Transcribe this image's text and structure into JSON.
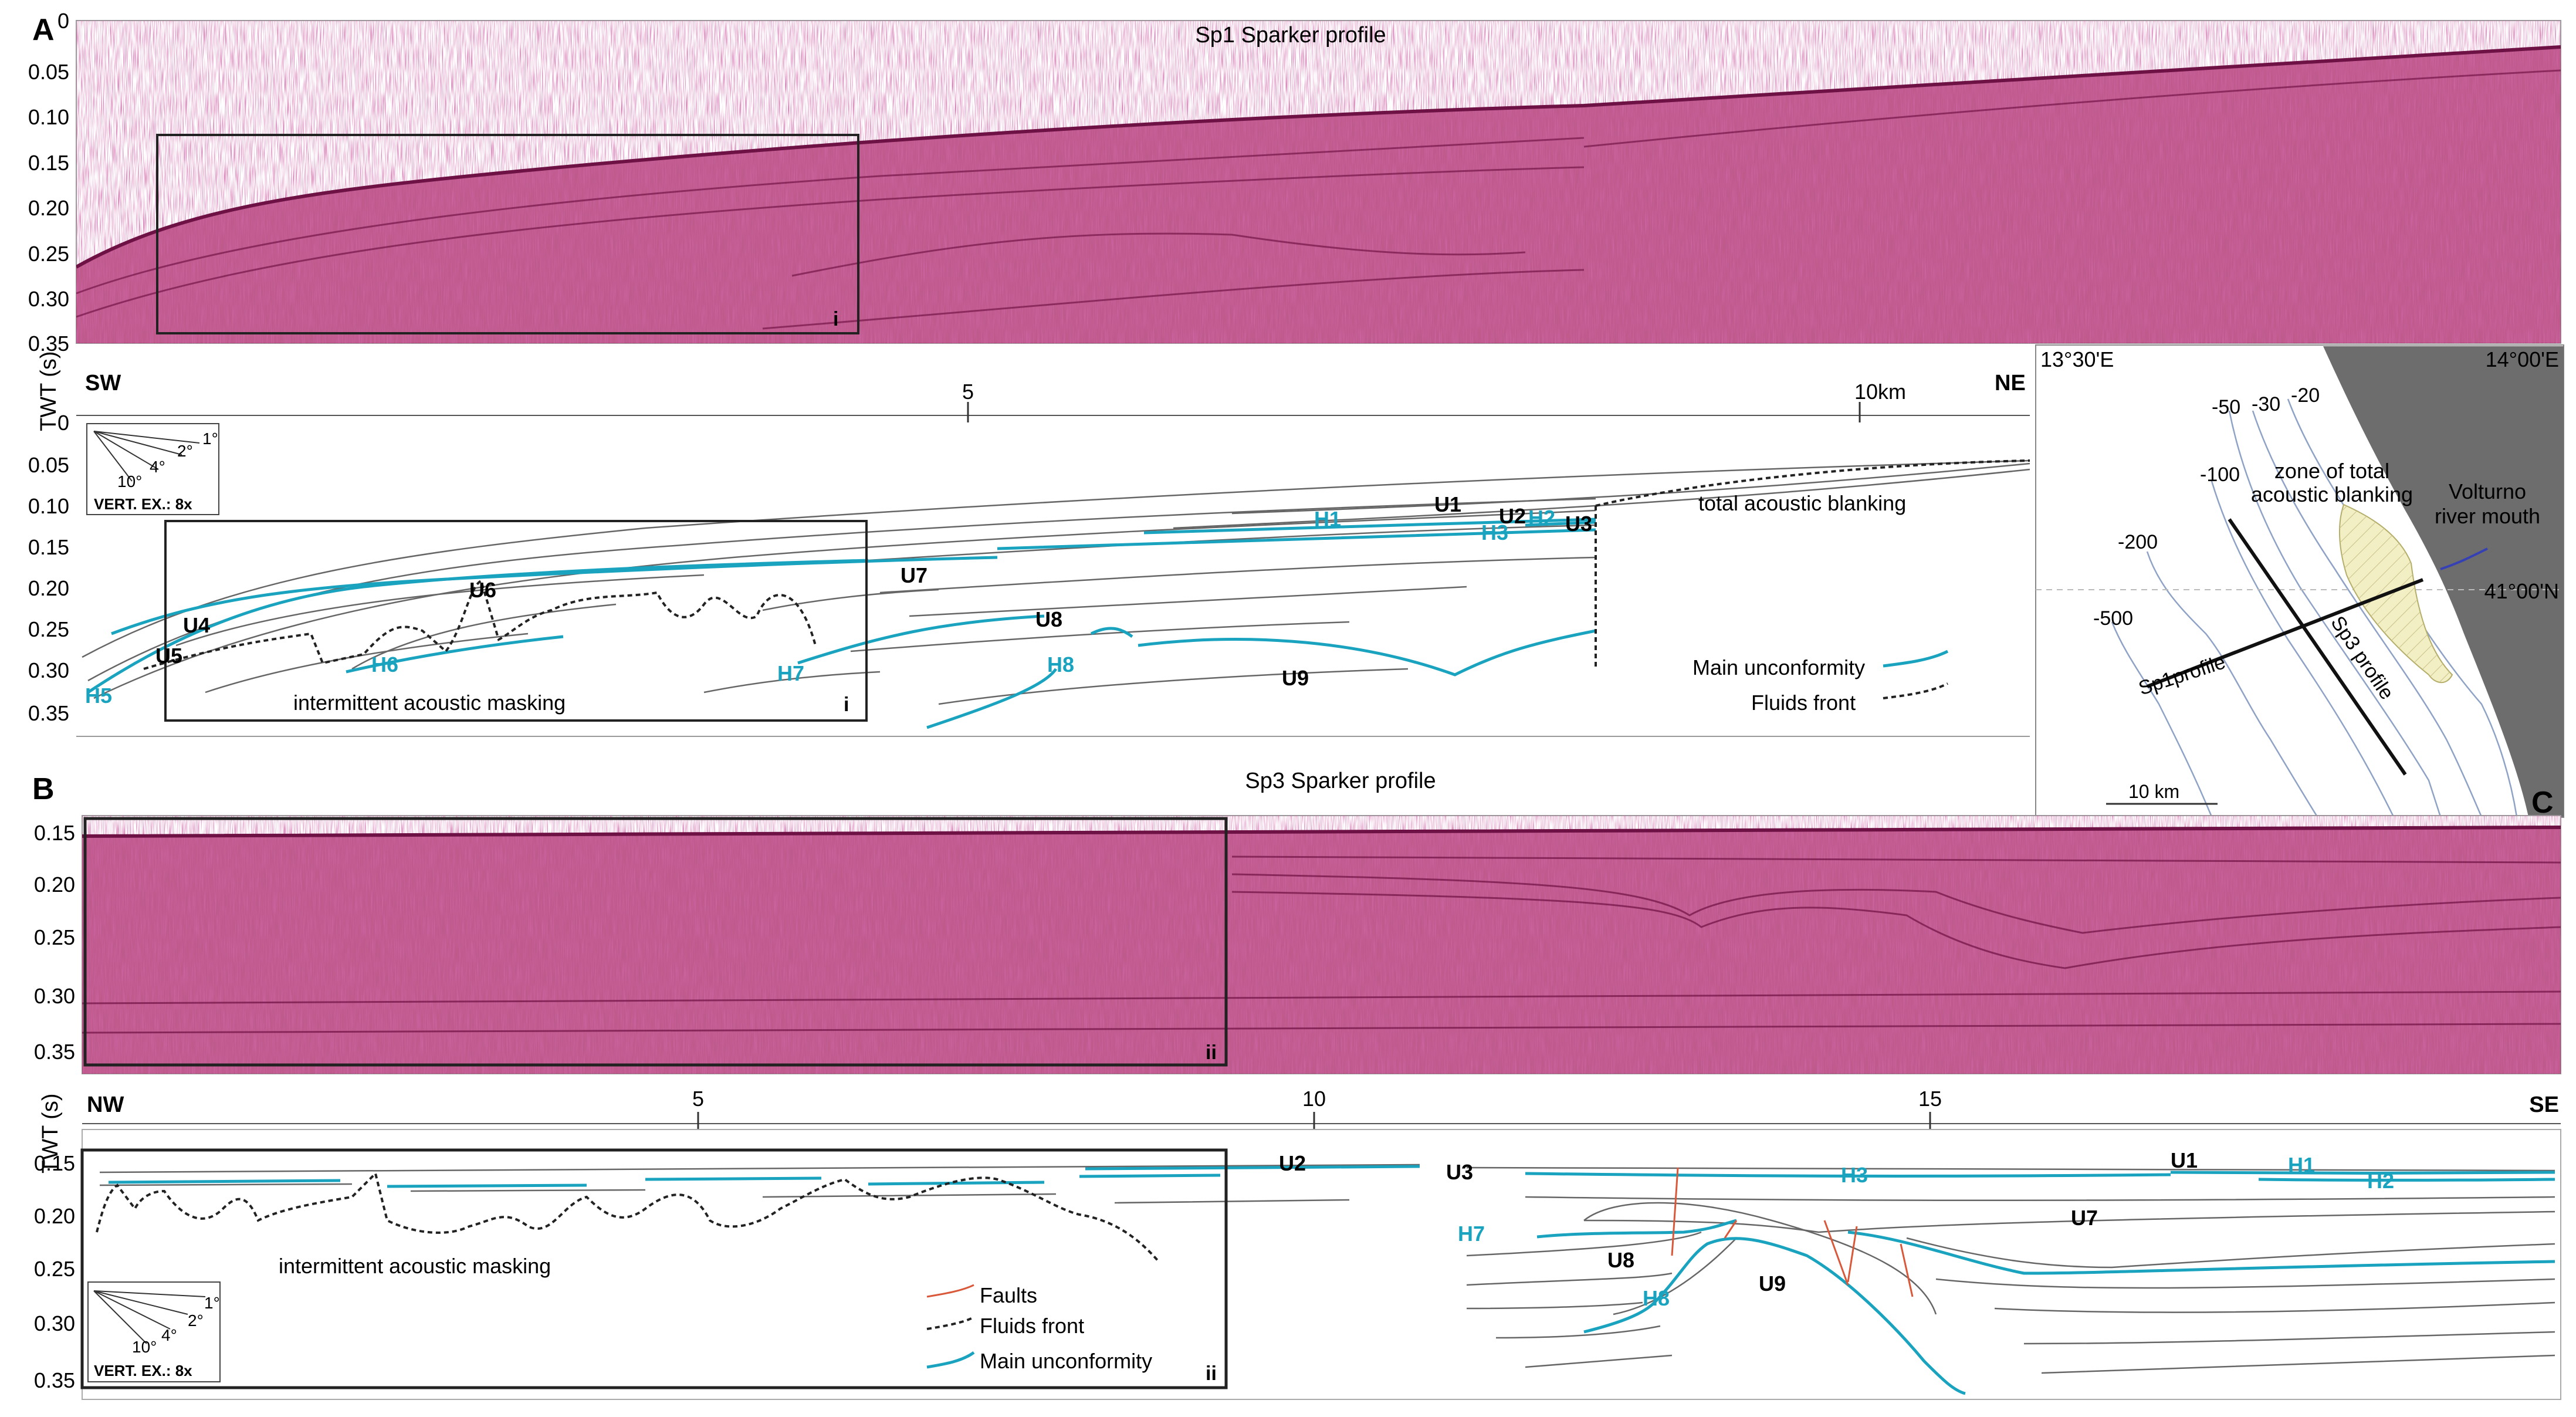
{
  "panels": {
    "a_letter": "A",
    "b_letter": "B",
    "c_letter": "C"
  },
  "sp1": {
    "title": "Sp1 Sparker profile",
    "ticks": [
      "0",
      "0.05",
      "0.10",
      "0.15",
      "0.20",
      "0.25",
      "0.30",
      "0.35"
    ],
    "box_label": "i"
  },
  "sp1_line": {
    "ticks": [
      "0",
      "0.05",
      "0.10",
      "0.15",
      "0.20",
      "0.25",
      "0.30",
      "0.35"
    ],
    "sw": "SW",
    "ne": "NE",
    "km5": "5",
    "km10": "10km",
    "ylabel": "TWT (s)",
    "box_label": "i",
    "angles": [
      "1°",
      "2°",
      "4°",
      "10°"
    ],
    "vert_ex": "VERT. EX.: 8x",
    "units": [
      "U1",
      "U2",
      "U3",
      "U4",
      "U5",
      "U6",
      "U7",
      "U8",
      "U9"
    ],
    "horizons": [
      "H1",
      "H2",
      "H3",
      "H5",
      "H6",
      "H7",
      "H8"
    ],
    "masking": "intermittent acoustic masking",
    "blanking": "total acoustic blanking",
    "legend_unconformity": "Main unconformity",
    "legend_fluids": "Fluids front"
  },
  "map": {
    "lon_left": "13°30'E",
    "lon_right": "14°00'E",
    "lat": "41°00'N",
    "contours": [
      "-20",
      "-30",
      "-50",
      "-100",
      "-200",
      "-500"
    ],
    "zone_line1": "zone of total",
    "zone_line2": "acoustic blanking",
    "river_line1": "Volturno",
    "river_line2": "river mouth",
    "sp1": "Sp1profile",
    "sp3": "Sp3 profile",
    "scale": "10 km"
  },
  "sp3": {
    "title": "Sp3 Sparker profile",
    "ticks": [
      "0.15",
      "0.20",
      "0.25",
      "0.30",
      "0.35"
    ],
    "box_label": "ii"
  },
  "sp3_line": {
    "ticks": [
      "0.15",
      "0.20",
      "0.25",
      "0.30",
      "0.35"
    ],
    "nw": "NW",
    "se": "SE",
    "km5": "5",
    "km10": "10",
    "km15": "15",
    "ylabel": "TWT (s)",
    "box_label": "ii",
    "angles": [
      "1°",
      "2°",
      "4°",
      "10°"
    ],
    "vert_ex": "VERT. EX.: 8x",
    "units": [
      "U1",
      "U2",
      "U3",
      "U7",
      "U8",
      "U9"
    ],
    "horizons": [
      "H1",
      "H2",
      "H3",
      "H7",
      "H8"
    ],
    "masking": "intermittent acoustic masking",
    "legend_faults": "Faults",
    "legend_fluids": "Fluids front",
    "legend_unconformity": "Main unconformity"
  },
  "colors": {
    "seismic": "#a8306a",
    "horizon": "#1aa3bf",
    "fault": "#d9583a",
    "blanking_zone": "#f3efc4",
    "land": "#6d6d6d"
  }
}
